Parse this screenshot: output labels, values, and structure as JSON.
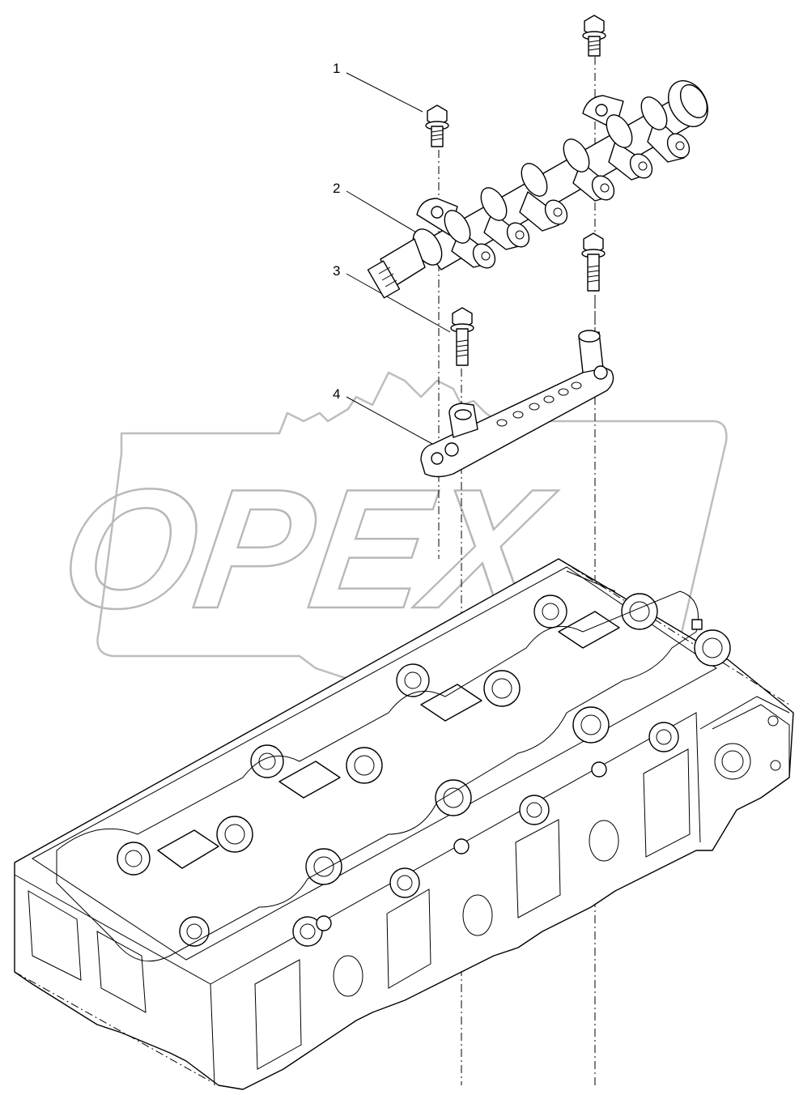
{
  "watermark": {
    "text": "OPEX"
  },
  "callouts": [
    {
      "id": "1",
      "label": "1"
    },
    {
      "id": "2",
      "label": "2"
    },
    {
      "id": "3",
      "label": "3"
    },
    {
      "id": "4",
      "label": "4"
    }
  ],
  "icons": {
    "watermark_logo": "opex-gear-logo-icon"
  }
}
